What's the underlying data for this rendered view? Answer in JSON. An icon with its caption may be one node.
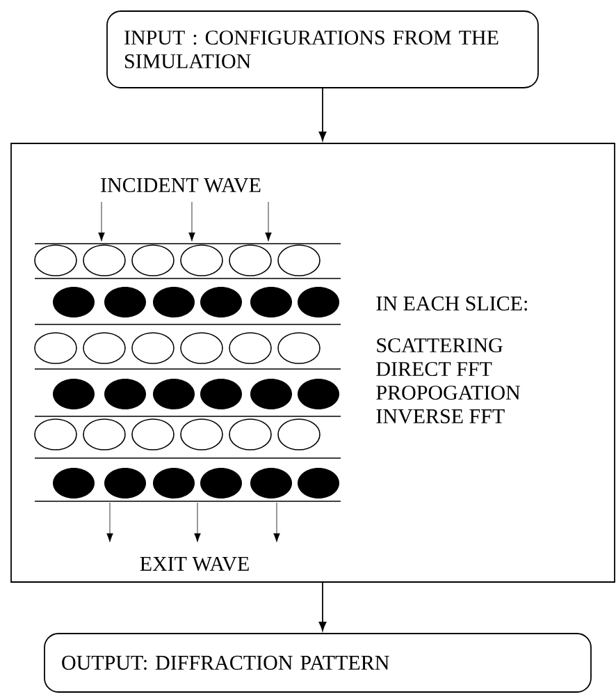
{
  "diagram": {
    "nodes": [
      {
        "text": [
          "INPUT : CONFIGURATIONS FROM THE SIMULATION"
        ]
      },
      {
        "text": [
          "IN EACH SLICE:",
          "SCATTERING",
          "DIRECT FFT",
          "PROPOGATION",
          "INVERSE FFT"
        ]
      },
      {
        "text": [
          "OUTPUT: DIFFRACTION PATTERN"
        ]
      }
    ],
    "edges": [
      {
        "from": 0,
        "to": 1,
        "arrow": "to"
      },
      {
        "from": 1,
        "to": 2,
        "arrow": "to"
      }
    ],
    "labels": [
      "INCIDENT WAVE",
      "EXIT WAVE"
    ]
  }
}
